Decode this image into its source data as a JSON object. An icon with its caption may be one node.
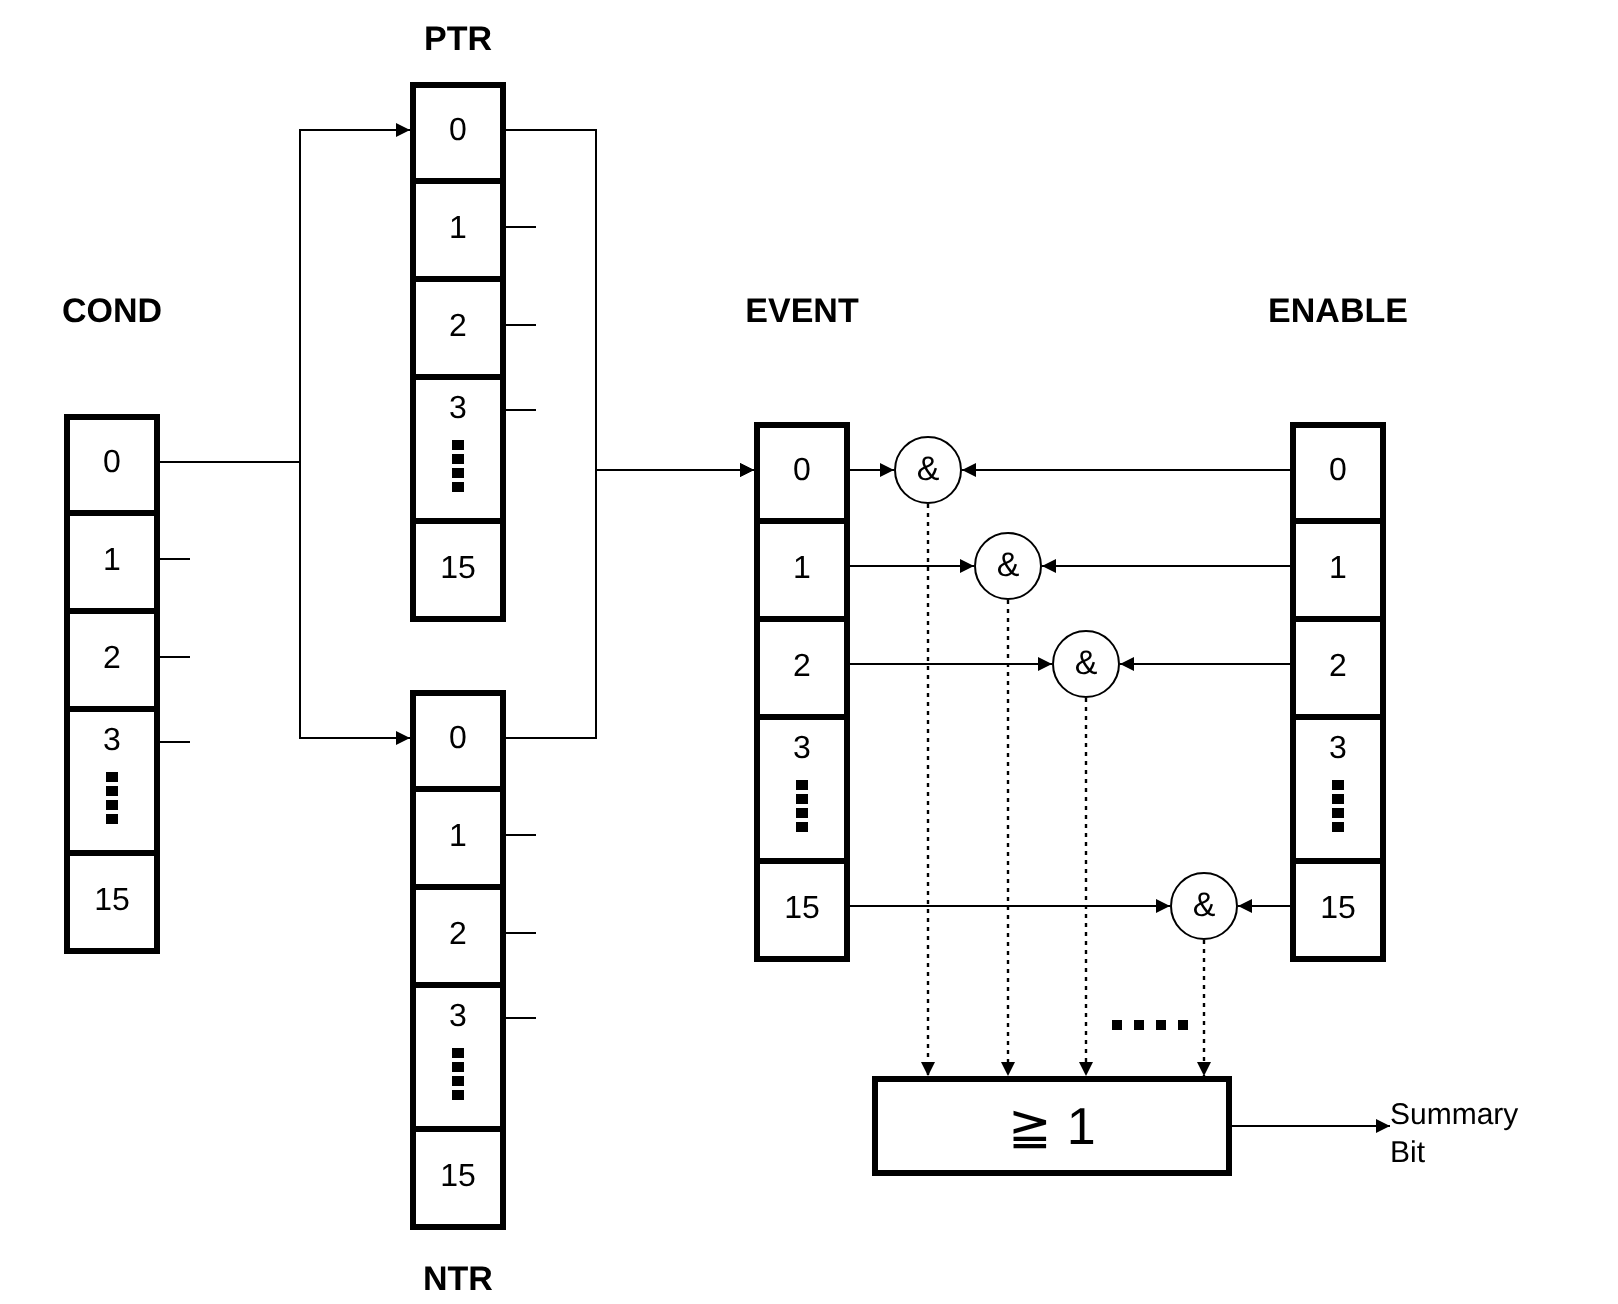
{
  "diagram": {
    "nodes": [
      {
        "text": [
          "COND"
        ]
      },
      {
        "text": [
          "0"
        ],
        "in": 0
      },
      {
        "text": [
          "1"
        ],
        "in": 0
      },
      {
        "text": [
          "2"
        ],
        "in": 0
      },
      {
        "text": [
          "3"
        ],
        "in": 0
      },
      {
        "text": [
          "15"
        ],
        "in": 0
      },
      {
        "text": [
          "PTR"
        ]
      },
      {
        "text": [
          "0"
        ],
        "in": 6
      },
      {
        "text": [
          "1"
        ],
        "in": 6
      },
      {
        "text": [
          "2"
        ],
        "in": 6
      },
      {
        "text": [
          "3"
        ],
        "in": 6
      },
      {
        "text": [
          "15"
        ],
        "in": 6
      },
      {
        "text": [
          "NTR"
        ]
      },
      {
        "text": [
          "0"
        ],
        "in": 12
      },
      {
        "text": [
          "1"
        ],
        "in": 12
      },
      {
        "text": [
          "2"
        ],
        "in": 12
      },
      {
        "text": [
          "3"
        ],
        "in": 12
      },
      {
        "text": [
          "15"
        ],
        "in": 12
      },
      {
        "text": [
          "EVENT"
        ]
      },
      {
        "text": [
          "0"
        ],
        "in": 18
      },
      {
        "text": [
          "1"
        ],
        "in": 18
      },
      {
        "text": [
          "2"
        ],
        "in": 18
      },
      {
        "text": [
          "3"
        ],
        "in": 18
      },
      {
        "text": [
          "15"
        ],
        "in": 18
      },
      {
        "text": [
          "ENABLE"
        ]
      },
      {
        "text": [
          "0"
        ],
        "in": 24
      },
      {
        "text": [
          "1"
        ],
        "in": 24
      },
      {
        "text": [
          "2"
        ],
        "in": 24
      },
      {
        "text": [
          "3"
        ],
        "in": 24
      },
      {
        "text": [
          "15"
        ],
        "in": 24
      },
      {
        "text": [
          "&"
        ]
      },
      {
        "text": [
          "&"
        ]
      },
      {
        "text": [
          "&"
        ]
      },
      {
        "text": [
          "&"
        ]
      },
      {
        "text": [
          "≧ 1"
        ]
      },
      {
        "text": [
          "Summary Bit"
        ]
      }
    ],
    "edges": [
      {
        "from": 1,
        "to": 7,
        "arrow": "to"
      },
      {
        "from": 1,
        "to": 13,
        "arrow": "to"
      },
      {
        "from": 2,
        "to": null,
        "arrow": "none"
      },
      {
        "from": 3,
        "to": null,
        "arrow": "none"
      },
      {
        "from": 4,
        "to": null,
        "arrow": "none"
      },
      {
        "from": 7,
        "to": 19,
        "arrow": "to"
      },
      {
        "from": 13,
        "to": 19,
        "arrow": "to"
      },
      {
        "from": 8,
        "to": null,
        "arrow": "none"
      },
      {
        "from": 9,
        "to": null,
        "arrow": "none"
      },
      {
        "from": 10,
        "to": null,
        "arrow": "none"
      },
      {
        "from": 14,
        "to": null,
        "arrow": "none"
      },
      {
        "from": 15,
        "to": null,
        "arrow": "none"
      },
      {
        "from": 16,
        "to": null,
        "arrow": "none"
      },
      {
        "from": 19,
        "to": 30,
        "arrow": "to"
      },
      {
        "from": 25,
        "to": 30,
        "arrow": "to"
      },
      {
        "from": 20,
        "to": 31,
        "arrow": "to"
      },
      {
        "from": 26,
        "to": 31,
        "arrow": "to"
      },
      {
        "from": 21,
        "to": 32,
        "arrow": "to"
      },
      {
        "from": 27,
        "to": 32,
        "arrow": "to"
      },
      {
        "from": 23,
        "to": 33,
        "arrow": "to"
      },
      {
        "from": 29,
        "to": 33,
        "arrow": "to"
      },
      {
        "from": 30,
        "to": 34,
        "arrow": "to",
        "style": "dashed"
      },
      {
        "from": 31,
        "to": 34,
        "arrow": "to",
        "style": "dashed"
      },
      {
        "from": 32,
        "to": 34,
        "arrow": "to",
        "style": "dashed"
      },
      {
        "from": 33,
        "to": 34,
        "arrow": "to",
        "style": "dashed"
      },
      {
        "from": 34,
        "to": 35,
        "arrow": "to"
      }
    ]
  }
}
